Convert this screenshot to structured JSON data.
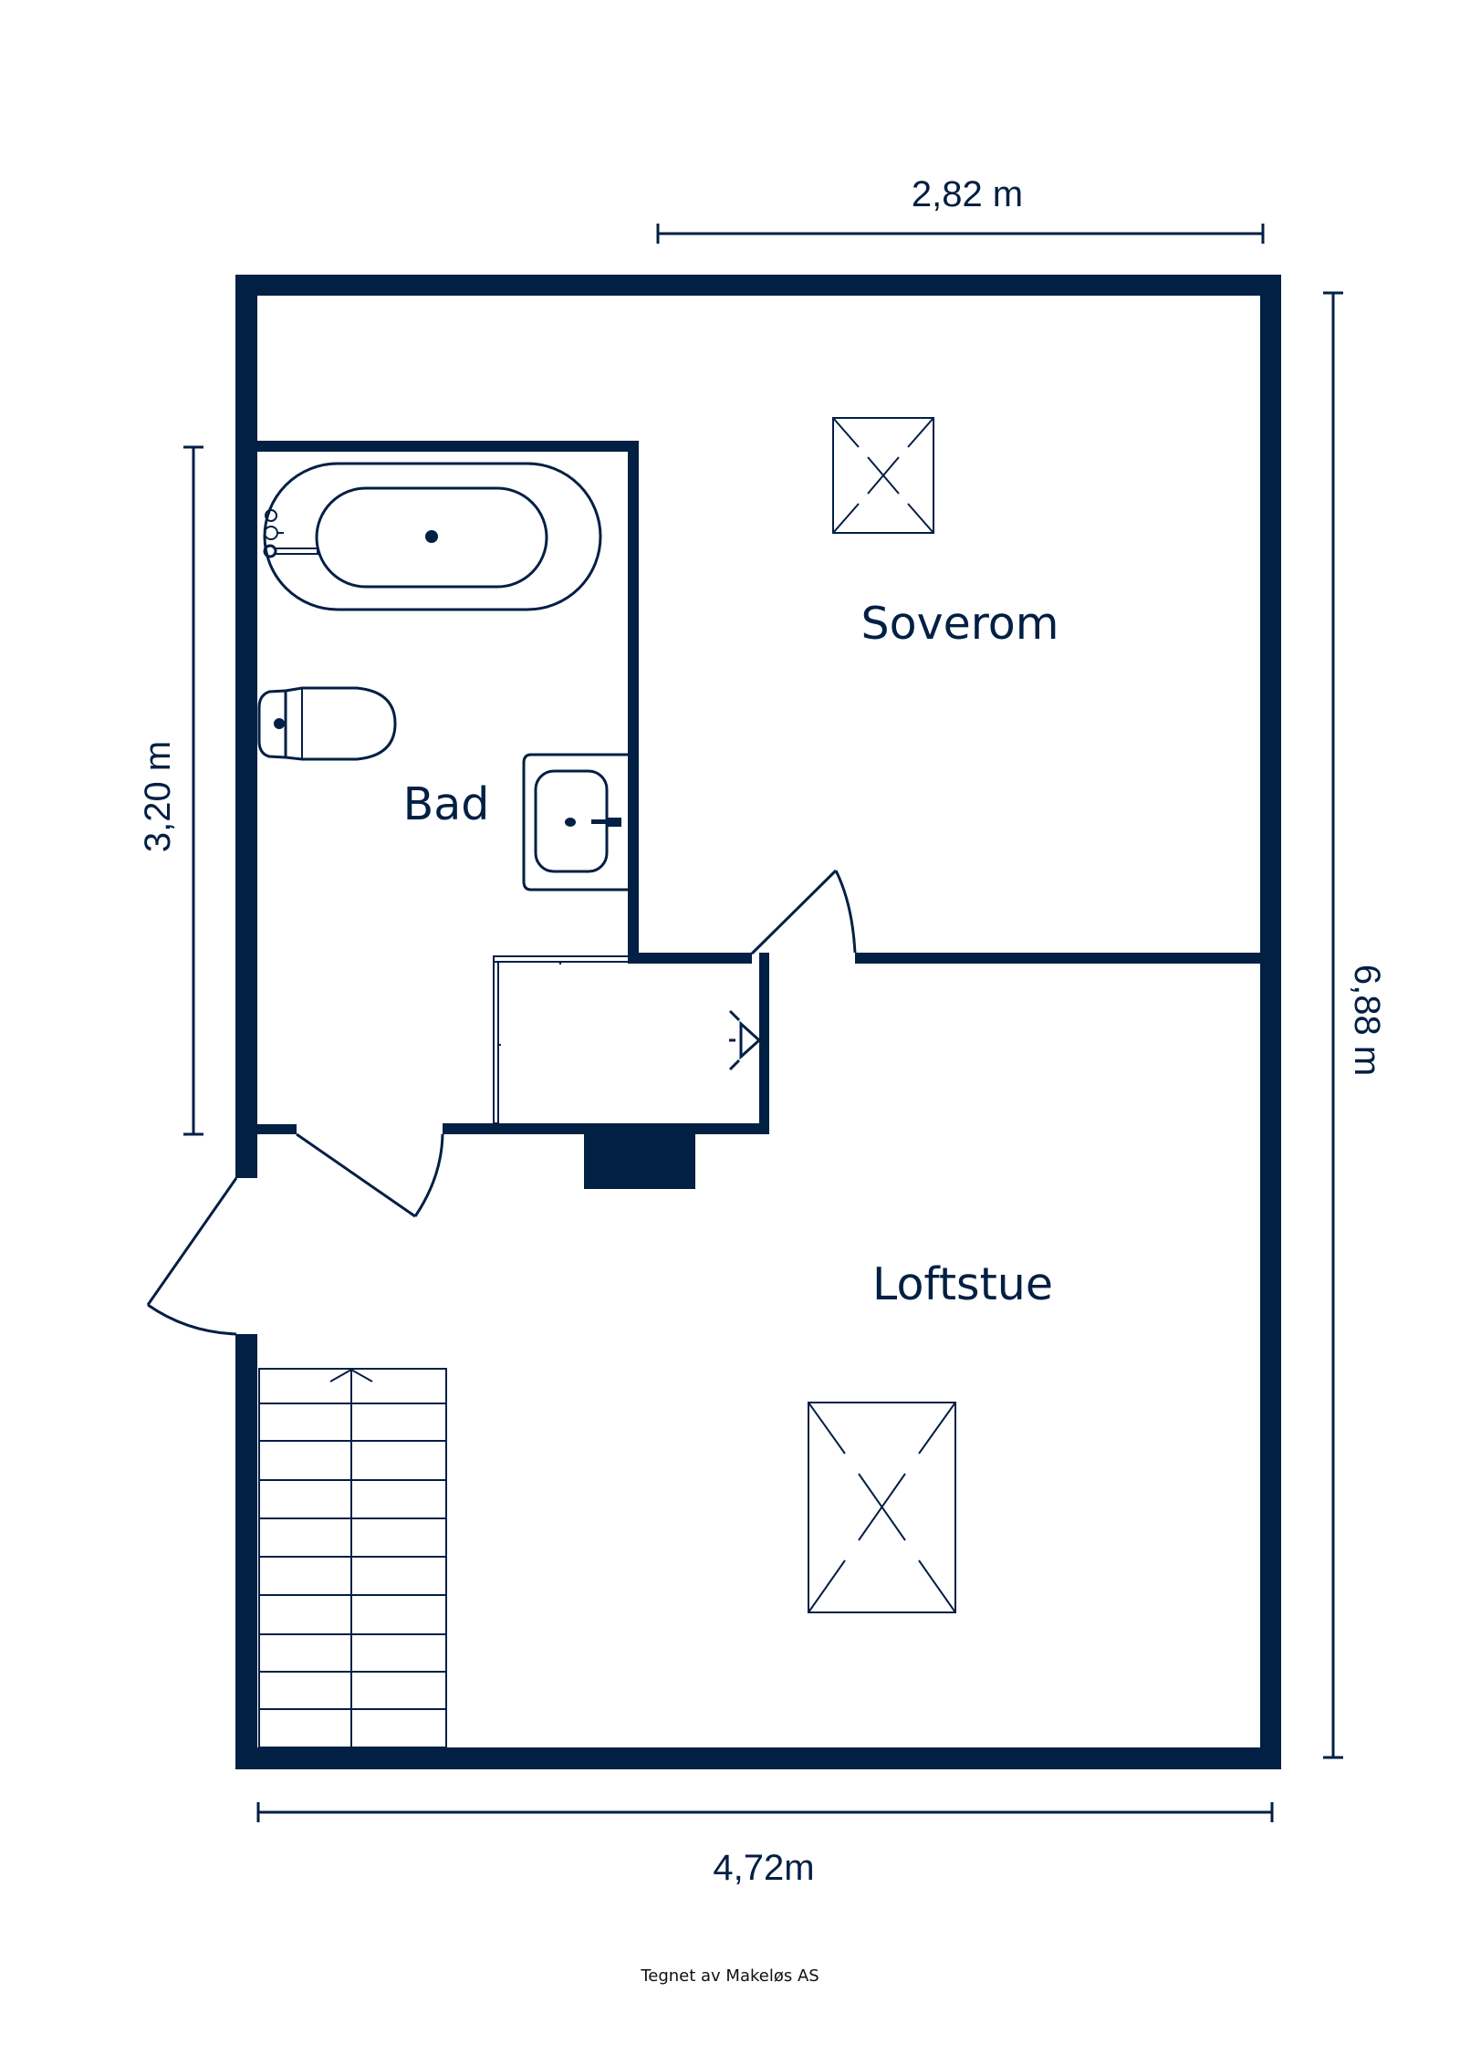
{
  "plan": {
    "rooms": {
      "soverom": "Soverom",
      "bad": "Bad",
      "loftstue": "Loftstue"
    },
    "dimensions": {
      "top": "2,82 m",
      "left": "3,20 m",
      "right": "6,88 m",
      "bottom": "4,72m"
    },
    "fixtures": [
      "bathtub",
      "toilet",
      "sink",
      "shower",
      "skylight",
      "skylight",
      "stairs",
      "chimney"
    ],
    "colors": {
      "wall": "#021f44",
      "background": "#ffffff"
    }
  },
  "footer": {
    "credit": "Tegnet av Makeløs AS"
  }
}
